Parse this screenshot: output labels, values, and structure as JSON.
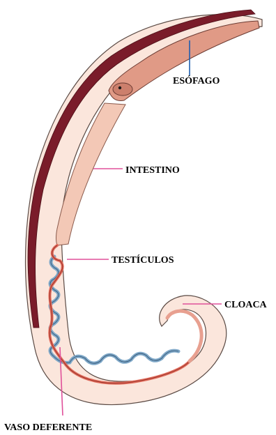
{
  "diagram": {
    "labels": {
      "esofago": "ESÓFAGO",
      "intestino": "INTESTINO",
      "testiculos": "TESTÍCULOS",
      "cloaca": "CLOACA",
      "vaso_deferente": "VASO DEFERENTE"
    },
    "colors": {
      "body_fill": "#fbe6dc",
      "body_outline": "#5a4a44",
      "cuticle": "#7a1c2a",
      "esophagus": "#e09a86",
      "intestine": "#f3c8b6",
      "testis_tube": "#e06a5a",
      "testis_coils": "#7fa8c8",
      "leader_blue": "#1f5fb0",
      "leader_pink": "#e0509a"
    }
  }
}
